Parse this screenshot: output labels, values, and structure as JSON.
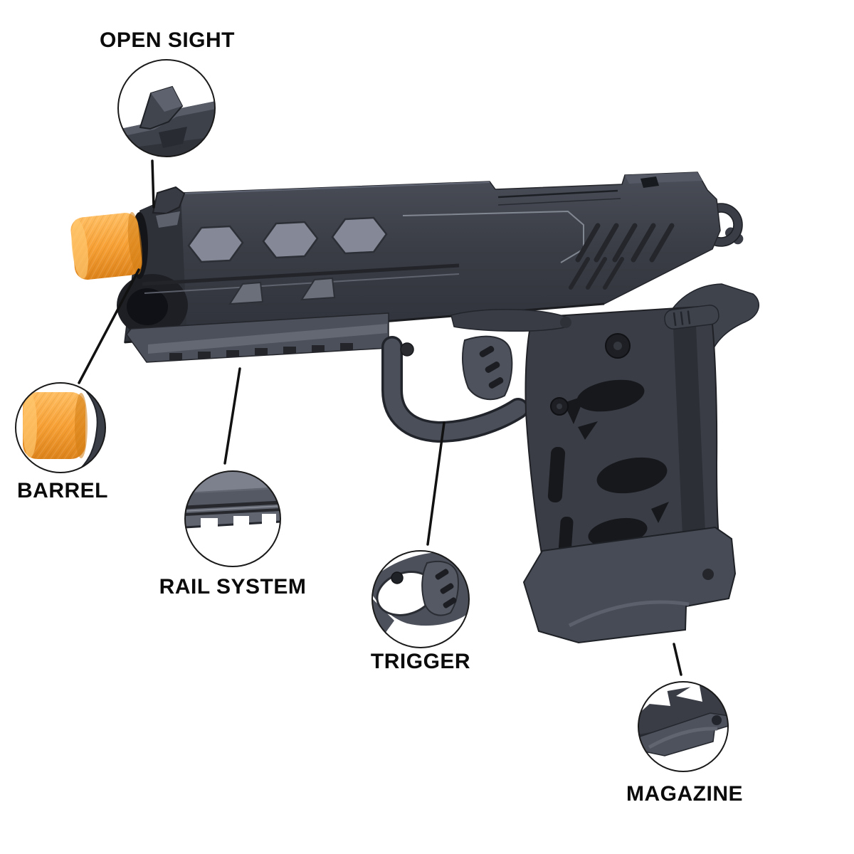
{
  "diagram": {
    "subject": "Airsoft pistol labeled parts diagram",
    "background_color": "#ffffff",
    "label_color": "#0b0b0b",
    "leader_line_color": "#111111",
    "colors": {
      "muzzle_tip_orange": "#F6A13F",
      "slide_dark_gray": "#35383F",
      "hex_panel_gray": "#868A96",
      "frame_gray": "#4B4F59",
      "grip_gray": "#3A3D46"
    },
    "callouts": [
      {
        "id": "open-sight",
        "label": "OPEN SIGHT"
      },
      {
        "id": "barrel",
        "label": "BARREL"
      },
      {
        "id": "rail-system",
        "label": "RAIL SYSTEM"
      },
      {
        "id": "trigger",
        "label": "TRIGGER"
      },
      {
        "id": "magazine",
        "label": "MAGAZINE"
      }
    ]
  }
}
